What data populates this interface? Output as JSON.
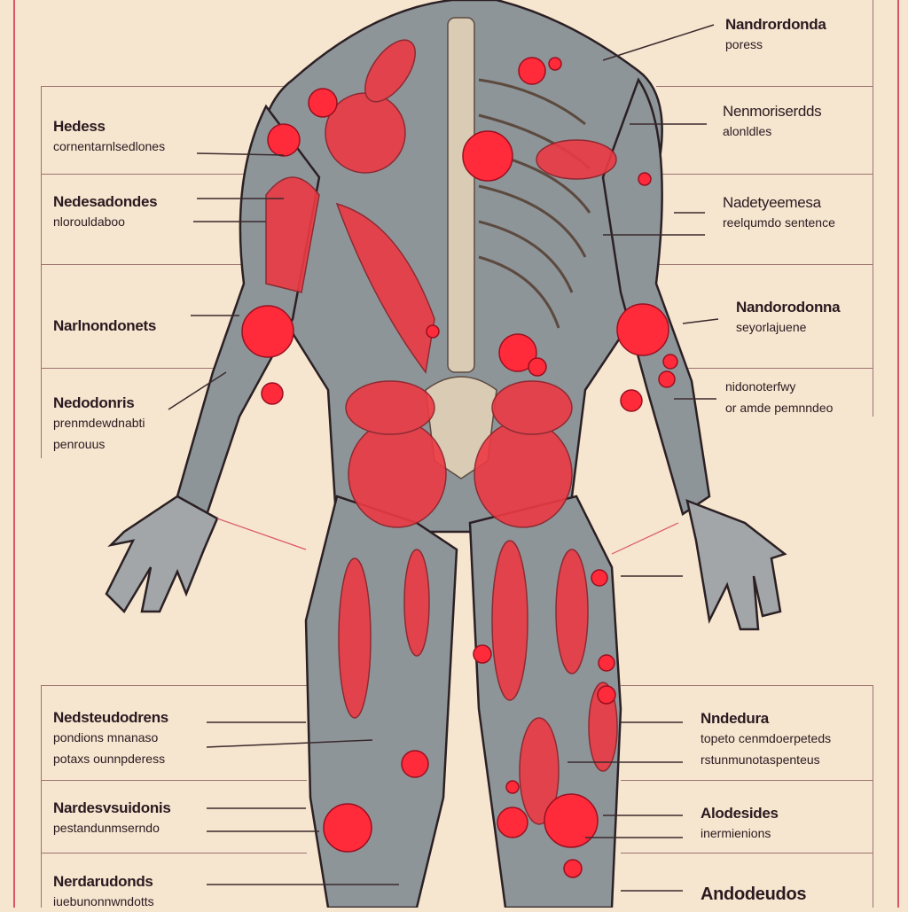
{
  "left_labels": [
    {
      "title": "Hedess",
      "sub": [
        "cornentarnlsedlones"
      ]
    },
    {
      "title": "Nedesadondes",
      "sub": [
        "nlorouldaboo"
      ]
    },
    {
      "title": "Narlnondonets",
      "sub": []
    },
    {
      "title": "Nedodonris",
      "sub": [
        "prenmdewdnabti",
        "penrouus"
      ]
    },
    {
      "title": "Nedsteudodrens",
      "sub": [
        "pondions mnanaso",
        "potaxs ounnpderess"
      ]
    },
    {
      "title": "Nardesvsuidonis",
      "sub": [
        "pestandunmserndo"
      ]
    },
    {
      "title": "Nerdarudonds",
      "sub": [
        "iuebunonnwndotts"
      ]
    }
  ],
  "right_labels": [
    {
      "title": "Nandrordonda",
      "sub": [
        "poress"
      ]
    },
    {
      "title": "Nenmoriserdds",
      "sub": [
        "alonldles"
      ]
    },
    {
      "title": "Nadetyeemesa",
      "sub": [
        "reelqumdo sentence"
      ]
    },
    {
      "title": "Nandorodonna",
      "sub": [
        "seyorlajuene"
      ]
    },
    {
      "title": "",
      "sub": [
        "nidonoterfwy",
        "or amde pemnndeo"
      ]
    },
    {
      "title": "Nndedura",
      "sub": [
        "topeto cenmdoerpeteds",
        "rstunmunotaspenteus"
      ]
    },
    {
      "title": "Alodesides",
      "sub": [
        "inermienions"
      ]
    },
    {
      "title": "Andodeudos",
      "sub": []
    }
  ],
  "colors": {
    "background": "#f6e5cf",
    "muscle_red": "#ec3a44",
    "body_grey": "#8e9599",
    "border_red": "#d9566a",
    "node_red": "#ff2a3a"
  }
}
